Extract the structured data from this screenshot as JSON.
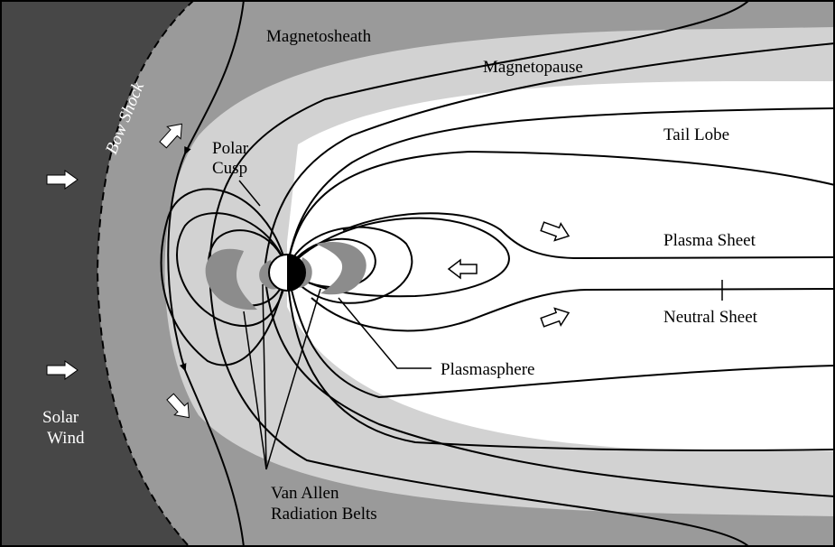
{
  "labels": {
    "magnetosheath": "Magnetosheath",
    "magnetopause": "Magnetopause",
    "bow_shock": "Bow Shock",
    "tail_lobe": "Tail Lobe",
    "polar_cusp_line1": "Polar",
    "polar_cusp_line2": "Cusp",
    "plasma_sheet": "Plasma Sheet",
    "neutral_sheet": "Neutral Sheet",
    "plasmasphere": "Plasmasphere",
    "solar_wind_line1": "Solar",
    "solar_wind_line2": "Wind",
    "van_allen_line1": "Van Allen",
    "van_allen_line2": "Radiation Belts"
  },
  "colors": {
    "solar_wind_region": "#474747",
    "magnetosheath_region": "#9a9a9a",
    "boundary_layer_region": "#d2d2d2",
    "tail_lobe_region": "#ffffff",
    "radiation_belt": "#8c8c8c",
    "earth_night": "#000000",
    "earth_day": "#ffffff"
  },
  "icons": {
    "flow_arrow": "solid-white-arrow",
    "plasma_flow_arrow": "hollow-arrow",
    "earth": "half-shaded-circle"
  }
}
